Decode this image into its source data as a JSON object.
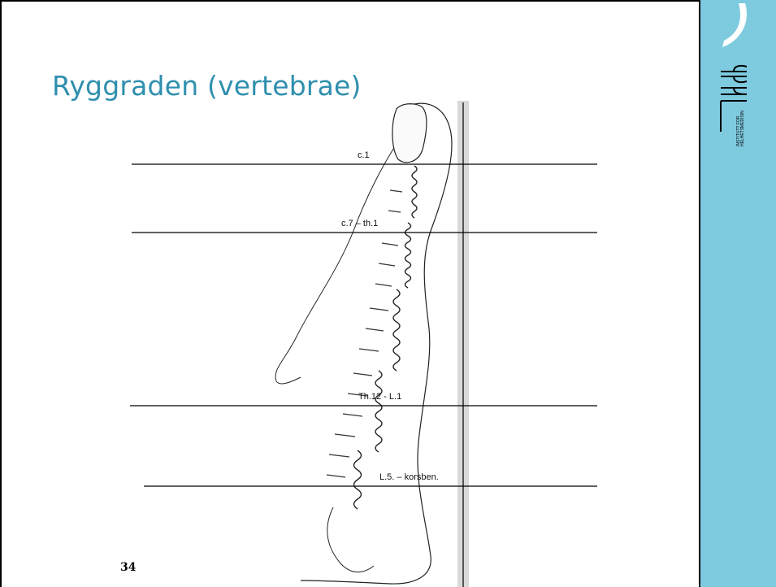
{
  "slide": {
    "title": "Ryggraden (vertebrae)",
    "page_number": "34"
  },
  "figure": {
    "levels": [
      {
        "label": "c.1"
      },
      {
        "label": "c.7 – th.1"
      },
      {
        "label": "Th.12 - L.1"
      },
      {
        "label": "L.5. – korsben."
      }
    ]
  },
  "logo": {
    "mark": "ifh",
    "line1": "INSTITUTT FOR",
    "line2": "HELHETSMEDISIN"
  },
  "colors": {
    "title": "#2f8fae",
    "sidebar": "#7ecbe0"
  }
}
